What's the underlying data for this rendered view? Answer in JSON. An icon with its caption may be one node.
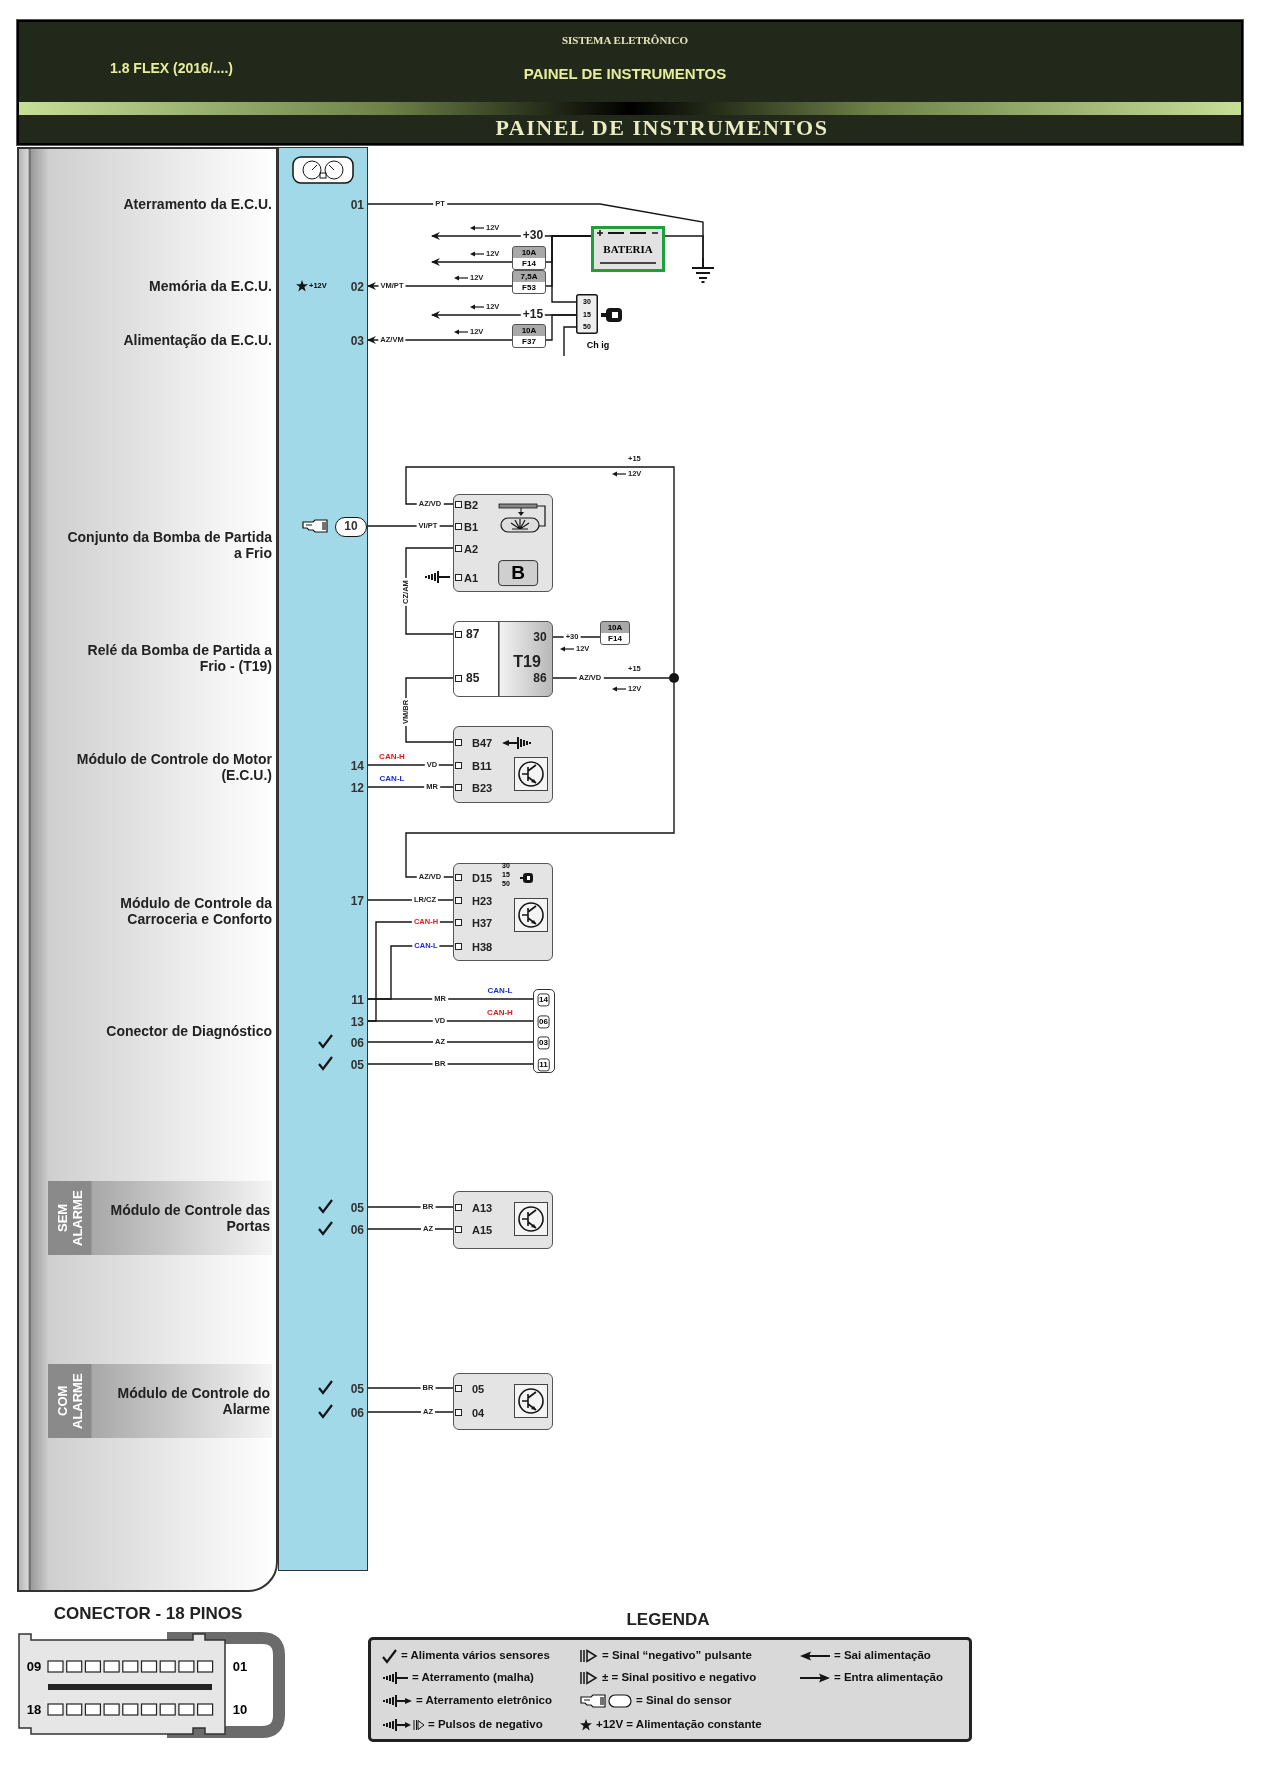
{
  "diagram": {
    "title": "PAINEL DE INSTRUMENTOS",
    "nodes": [
      {
        "text": [],
        "shape": "bar"
      },
      {
        "text": [
          "01"
        ],
        "in": 0
      },
      {
        "text": [
          "02"
        ],
        "in": 0,
        "beside": [
          "+12V"
        ]
      },
      {
        "text": [
          "03"
        ],
        "in": 0
      },
      {
        "text": [
          "10"
        ],
        "in": 0
      },
      {
        "text": [
          "14"
        ],
        "in": 0
      },
      {
        "text": [
          "12"
        ],
        "in": 0
      },
      {
        "text": [
          "17"
        ],
        "in": 0
      },
      {
        "text": [
          "11"
        ],
        "in": 0
      },
      {
        "text": [
          "13"
        ],
        "in": 0
      },
      {
        "text": [
          "06"
        ],
        "in": 0
      },
      {
        "text": [
          "05"
        ],
        "in": 0
      },
      {
        "text": [
          "05"
        ],
        "in": 0
      },
      {
        "text": [
          "06"
        ],
        "in": 0
      },
      {
        "text": [
          "05"
        ],
        "in": 0
      },
      {
        "text": [
          "06"
        ],
        "in": 0
      },
      {
        "text": [],
        "shape": "ground"
      },
      {
        "text": [
          "BATERIA"
        ]
      },
      {
        "text": [
          "10A",
          "F14"
        ]
      },
      {
        "text": [
          "7,5A",
          "F53"
        ]
      },
      {
        "text": [
          "30",
          "15",
          "50",
          "Ch ig"
        ]
      },
      {
        "text": [
          "10A",
          "F37"
        ]
      },
      {
        "text": [],
        "shape": "dot"
      },
      {
        "text": [
          "B2",
          "B1",
          "A2",
          "A1",
          "B"
        ]
      },
      {
        "text": [
          "87",
          "30",
          "T19",
          "85",
          "86"
        ]
      },
      {
        "text": [
          "10A",
          "F14"
        ]
      },
      {
        "text": [
          "B47",
          "B11",
          "B23"
        ]
      },
      {
        "text": [
          "D15",
          "H23",
          "H37",
          "H38"
        ]
      },
      {
        "text": [
          "14",
          "06",
          "03",
          "11"
        ]
      },
      {
        "text": [
          "SEM ALARME",
          "Módulo de Controle das Portas"
        ]
      },
      {
        "text": [
          "A13",
          "A15"
        ]
      },
      {
        "text": [
          "COM ALARME",
          "Módulo de Controle do Alarme"
        ]
      },
      {
        "text": [
          "05",
          "04"
        ]
      }
    ],
    "edges": [
      {
        "from": 1,
        "to": 16,
        "arrow": "none",
        "label": "PT"
      },
      {
        "from": 17,
        "to": 16,
        "arrow": "none"
      },
      {
        "from": 17,
        "to": null,
        "arrow": "to",
        "label": "+30"
      },
      {
        "from": 17,
        "to": 18,
        "arrow": "none"
      },
      {
        "from": 18,
        "to": null,
        "arrow": "to"
      },
      {
        "from": 17,
        "to": 19,
        "arrow": "none"
      },
      {
        "from": 19,
        "to": 2,
        "arrow": "to",
        "label": "VM/PT"
      },
      {
        "from": 17,
        "to": 20,
        "arrow": "none"
      },
      {
        "from": 20,
        "to": null,
        "arrow": "to",
        "label": "+15"
      },
      {
        "from": 20,
        "to": 21,
        "arrow": "none"
      },
      {
        "from": 21,
        "to": 3,
        "arrow": "to",
        "label": "AZ/VM"
      },
      {
        "from": 20,
        "to": null,
        "arrow": "none"
      },
      {
        "from": 4,
        "to": 23,
        "arrow": "none",
        "label": "VI/PT"
      },
      {
        "from": 22,
        "to": 23,
        "arrow": "none",
        "label": "AZ/VD"
      },
      {
        "from": 23,
        "to": 24,
        "arrow": "none",
        "label": "CZ/AM"
      },
      {
        "from": 24,
        "to": 26,
        "arrow": "none",
        "label": "VM/BR"
      },
      {
        "from": 24,
        "to": 25,
        "arrow": "none",
        "label": "+30"
      },
      {
        "from": 24,
        "to": 22,
        "arrow": "none",
        "label": "AZ/VD"
      },
      {
        "from": 22,
        "to": 27,
        "arrow": "none",
        "label": "AZ/VD"
      },
      {
        "from": 5,
        "to": 26,
        "arrow": "none",
        "label": "VD"
      },
      {
        "from": 6,
        "to": 26,
        "arrow": "none",
        "label": "MR"
      },
      {
        "from": 7,
        "to": 27,
        "arrow": "none",
        "label": "LR/CZ"
      },
      {
        "from": 9,
        "to": 27,
        "arrow": "none",
        "label": "CAN-H"
      },
      {
        "from": 8,
        "to": 27,
        "arrow": "none",
        "label": "CAN-L"
      },
      {
        "from": 8,
        "to": 28,
        "arrow": "none",
        "label": "MR"
      },
      {
        "from": 9,
        "to": 28,
        "arrow": "none",
        "label": "VD"
      },
      {
        "from": 10,
        "to": 28,
        "arrow": "none",
        "label": "AZ"
      },
      {
        "from": 11,
        "to": 28,
        "arrow": "none",
        "label": "BR"
      },
      {
        "from": 12,
        "to": 30,
        "arrow": "none",
        "label": "BR"
      },
      {
        "from": 13,
        "to": 30,
        "arrow": "none",
        "label": "AZ"
      },
      {
        "from": 14,
        "to": 32,
        "arrow": "none",
        "label": "BR"
      },
      {
        "from": 15,
        "to": 32,
        "arrow": "none",
        "label": "AZ"
      }
    ],
    "labels": [
      "SISTEMA ELETRÔNICO",
      "1.8 FLEX (2016/....)",
      "PAINEL DE INSTRUMENTOS",
      "Aterramento da E.C.U.",
      "Memória da E.C.U.",
      "Alimentação da E.C.U.",
      "Conjunto da Bomba de Partida a Frio",
      "Relé da Bomba de Partida a Frio - (T19)",
      "Módulo de Controle do Motor (E.C.U.)",
      "Módulo de Controle da Carroceria e Conforto",
      "Conector de Diagnóstico",
      "12V",
      "12V",
      "12V",
      "12V",
      "12V",
      "+15",
      "12V",
      "12V",
      "+15",
      "12V",
      "CAN-H",
      "CAN-L",
      "30",
      "15",
      "50",
      "CAN-L",
      "CAN-H",
      "CONECTOR - 18 PINOS",
      "09",
      "01",
      "18",
      "10",
      "LEGENDA"
    ],
    "legend": [
      {
        "text": "= Alimenta vários sensores"
      },
      {
        "text": "= Sinal “negativo” pulsante"
      },
      {
        "text": "= Sai alimentação"
      },
      {
        "text": "= Aterramento (malha)"
      },
      {
        "text": "± = Sinal positivo e negativo"
      },
      {
        "text": "= Entra alimentação"
      },
      {
        "text": "= Aterramento eletrônico"
      },
      {
        "text": "= Sinal do sensor"
      },
      {
        "text": "= Pulsos de negativo"
      },
      {
        "text": "+12V = Alimentação constante"
      }
    ]
  }
}
